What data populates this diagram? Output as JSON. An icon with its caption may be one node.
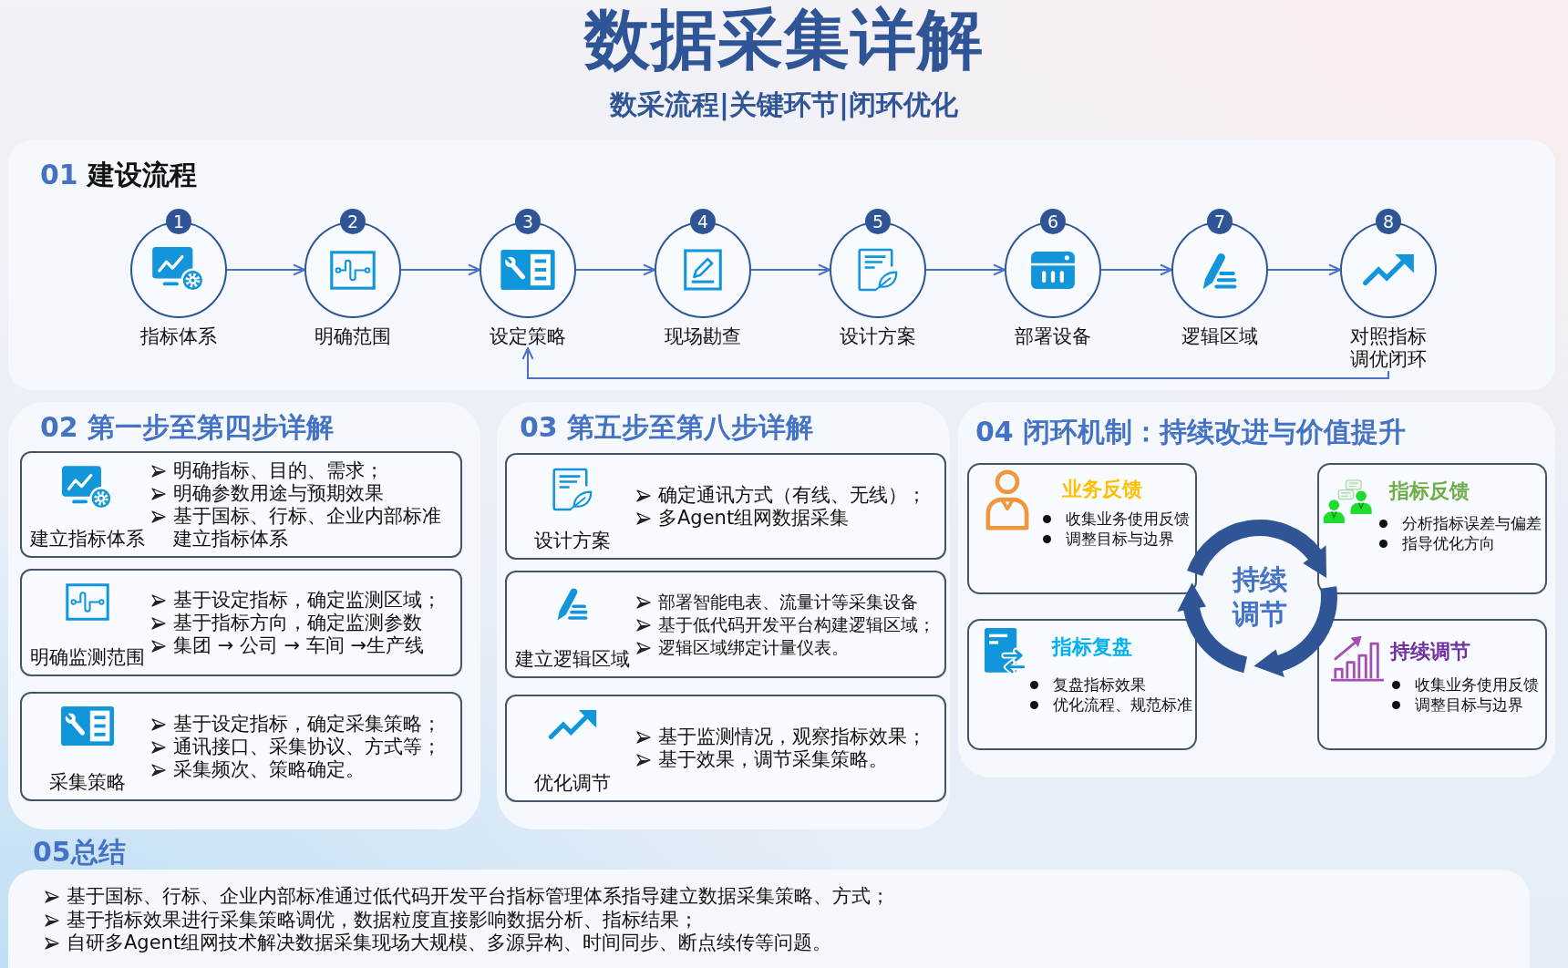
{
  "diagram": {
    "title": "数据采集详解",
    "labels": [
      "数采流程|关键环节|闭环优化"
    ],
    "nodes": [
      {
        "text": [
          "01 建设流程"
        ]
      },
      {
        "text": [
          "指标体系"
        ],
        "in": 0,
        "beside": [
          "1"
        ]
      },
      {
        "text": [
          "明确范围"
        ],
        "in": 0,
        "beside": [
          "2"
        ]
      },
      {
        "text": [
          "设定策略"
        ],
        "in": 0,
        "beside": [
          "3"
        ]
      },
      {
        "text": [
          "现场勘查"
        ],
        "in": 0,
        "beside": [
          "4"
        ]
      },
      {
        "text": [
          "设计方案"
        ],
        "in": 0,
        "beside": [
          "5"
        ]
      },
      {
        "text": [
          "部署设备"
        ],
        "in": 0,
        "beside": [
          "6"
        ]
      },
      {
        "text": [
          "逻辑区域"
        ],
        "in": 0,
        "beside": [
          "7"
        ]
      },
      {
        "text": [
          "对照指标调优闭环"
        ],
        "in": 0,
        "beside": [
          "8"
        ]
      },
      {
        "text": [
          "02 第一步至第四步详解"
        ]
      },
      {
        "text": [
          "建立指标体系",
          "明确指标、目的、需求；",
          "明确参数用途与预期效果",
          "基于国标、行标、企业内部标准建立指标体系"
        ],
        "in": 9
      },
      {
        "text": [
          "明确监测范围",
          "基于设定指标，确定监测区域；",
          "基于指标方向，确定监测参数",
          "集团 → 公司 → 车间 →生产线"
        ],
        "in": 9
      },
      {
        "text": [
          "采集策略",
          "基于设定指标，确定采集策略；",
          "通讯接口、采集协议、方式等；",
          "采集频次、策略确定。"
        ],
        "in": 9
      },
      {
        "text": [
          "03 第五步至第八步详解"
        ]
      },
      {
        "text": [
          "设计方案",
          "确定通讯方式（有线、无线）；",
          "多Agent组网数据采集"
        ],
        "in": 13
      },
      {
        "text": [
          "建立逻辑区域",
          "部署智能电表、流量计等采集设备",
          "基于低代码开发平台构建逻辑区域；",
          "逻辑区域绑定计量仪表。"
        ],
        "in": 13
      },
      {
        "text": [
          "优化调节",
          "基于监测情况，观察指标效果；",
          "基于效果，调节采集策略。"
        ],
        "in": 13
      },
      {
        "text": [
          "04 闭环机制：持续改进与价值提升"
        ]
      },
      {
        "text": [
          "业务反馈",
          "收集业务使用反馈",
          "调整目标与边界"
        ],
        "in": 17
      },
      {
        "text": [
          "指标反馈",
          "分析指标误差与偏差",
          "指导优化方向"
        ],
        "in": 17
      },
      {
        "text": [
          "指标复盘",
          "复盘指标效果",
          "优化流程、规范标准"
        ],
        "in": 17
      },
      {
        "text": [
          "持续调节",
          "收集业务使用反馈",
          "调整目标与边界"
        ],
        "in": 17
      },
      {
        "text": [
          "持续调节"
        ],
        "in": 17
      },
      {
        "text": [
          "05总结",
          "基于国标、行标、企业内部标准通过低代码开发平台指标管理体系指导建立数据采集策略、方式；",
          "基于指标效果进行采集策略调优，数据粒度直接影响数据分析、指标结果；",
          "自研多Agent组网技术解决数据采集现场大规模、多源异构、时间同步、断点续传等问题。"
        ]
      }
    ],
    "edges": [
      {
        "from": 1,
        "to": 2,
        "arrow": "to"
      },
      {
        "from": 2,
        "to": 3,
        "arrow": "to"
      },
      {
        "from": 3,
        "to": 4,
        "arrow": "to"
      },
      {
        "from": 4,
        "to": 5,
        "arrow": "to"
      },
      {
        "from": 5,
        "to": 6,
        "arrow": "to"
      },
      {
        "from": 6,
        "to": 7,
        "arrow": "to"
      },
      {
        "from": 7,
        "to": 8,
        "arrow": "to"
      },
      {
        "from": 8,
        "to": 3,
        "arrow": "to"
      }
    ]
  }
}
